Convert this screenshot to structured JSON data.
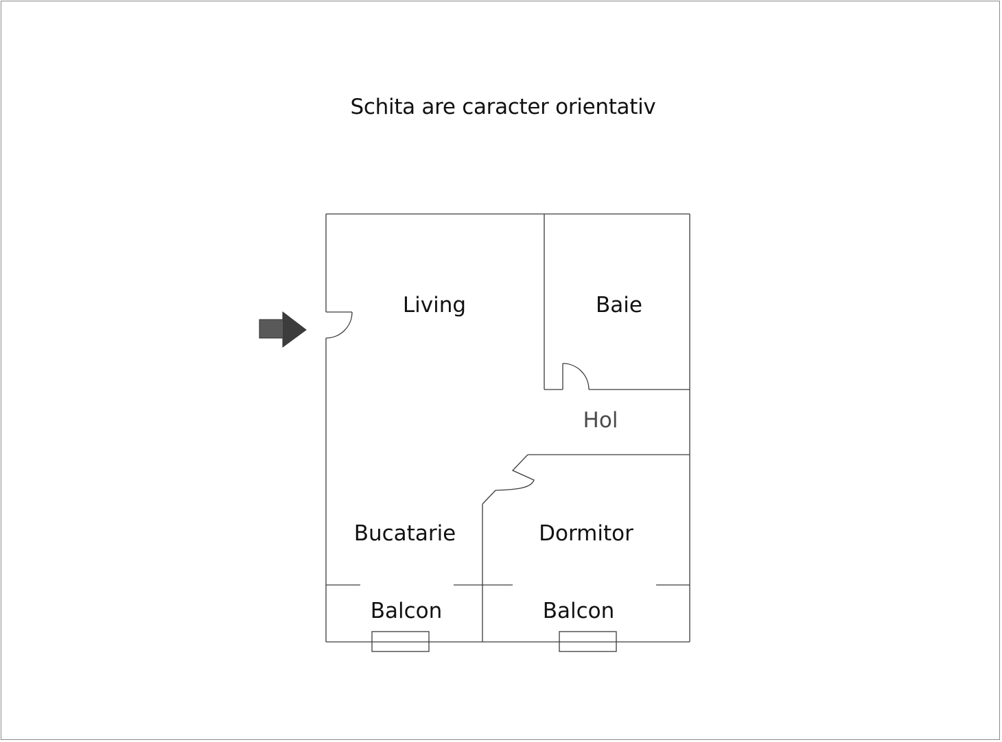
{
  "title": "Schita are caracter orientativ",
  "rooms": {
    "living": "Living",
    "baie": "Baie",
    "hol": "Hol",
    "bucatarie": "Bucatarie",
    "dormitor": "Dormitor",
    "balcon_left": "Balcon",
    "balcon_right": "Balcon"
  },
  "entrance_arrow_color": "#555555"
}
